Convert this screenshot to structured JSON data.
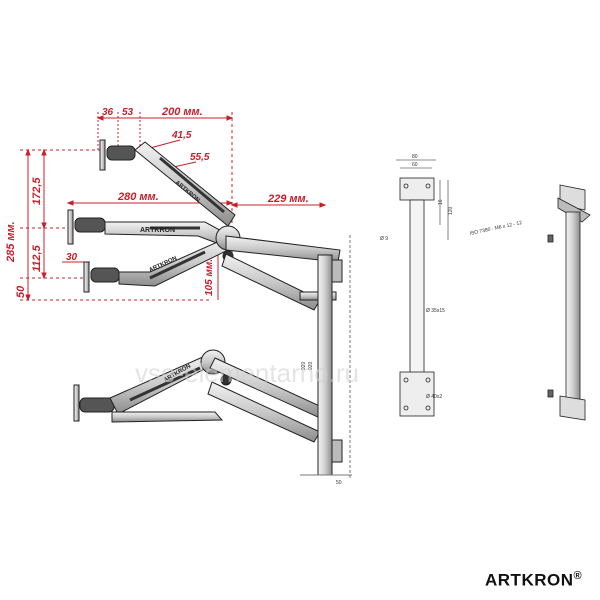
{
  "dimensions": {
    "d36": "36",
    "d53": "53",
    "d200": "200 мм.",
    "d41_5": "41,5",
    "d55_5": "55,5",
    "d280": "280 мм.",
    "d229": "229 мм.",
    "d285": "285 мм.",
    "d172_5": "172,5",
    "d112_5": "112,5",
    "d30": "30",
    "d50": "50",
    "d105": "105 мм."
  },
  "arm_labels": {
    "arm1": "ARTKRON",
    "arm2": "ARTKRON",
    "arm3": "ARTKRON",
    "arm4": "ARTKRON",
    "arm5": "ARTKRON"
  },
  "rail_dims": {
    "w80": "80",
    "w60": "60",
    "h16": "16",
    "h120": "120",
    "d9": "Ø 9",
    "d35": "Ø 35x15",
    "d40": "Ø 40x2",
    "len920": "920",
    "len920b": "920",
    "w50": "50"
  },
  "screw_note": "ISO 7380 - M6 x 12 - 12",
  "watermark": "vse-elementarno.ru",
  "brand": {
    "name": "ARTKRON",
    "mark": "®"
  },
  "colors": {
    "dimension": "#c8202a",
    "line": "#222222",
    "metal": "#d9d9d9"
  }
}
